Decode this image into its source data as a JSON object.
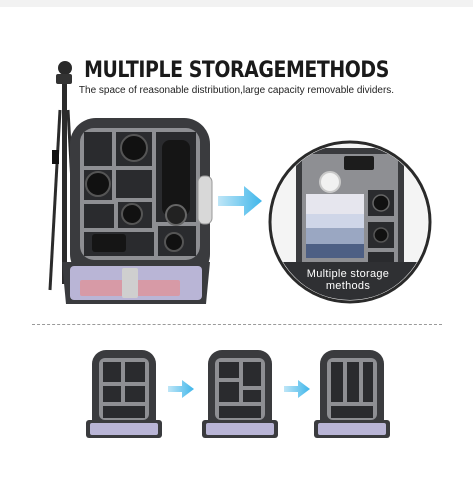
{
  "heading": {
    "title": "MULTIPLE STORAGEMETHODS",
    "subtitle": "The space of reasonable distribution,large capacity removable dividers."
  },
  "zoom_callout": {
    "label_line1": "Multiple storage",
    "label_line2": "methods"
  },
  "colors": {
    "backpack_body": "#3a3b3e",
    "divider_gray": "#8e8f93",
    "lining_lavender": "#b9b5d6",
    "arrow_blue": "#3fb6ea",
    "laptop_pink": "#d79aa6"
  }
}
